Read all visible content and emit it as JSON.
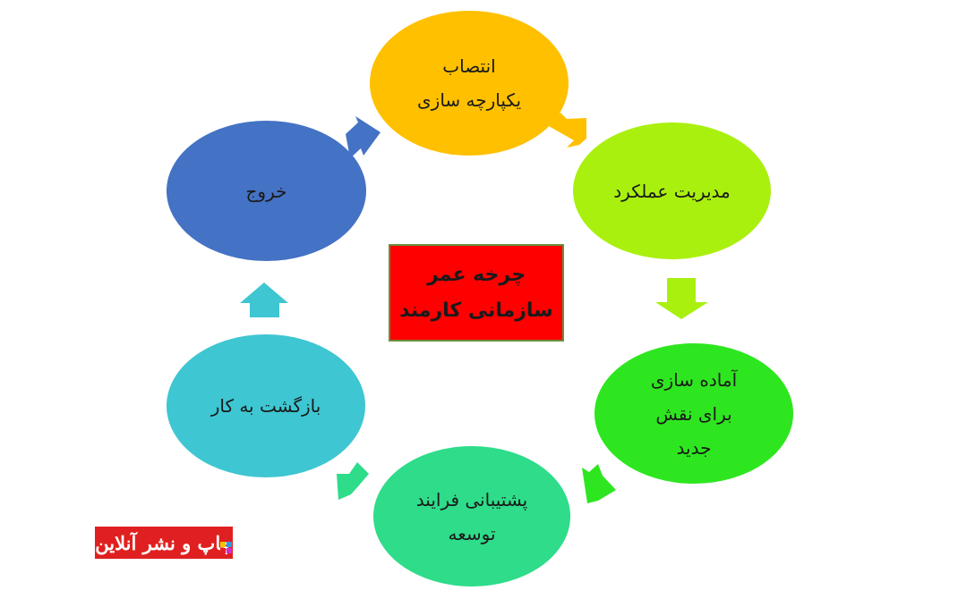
{
  "title": [
    "چرخه عمر",
    "سازمانی کارمند"
  ],
  "nodes": {
    "recruitment": {
      "lines": [
        "انتصاب",
        "یکپارچه سازی"
      ],
      "color": "#ffc000"
    },
    "performance": {
      "lines": [
        "مدیریت عملکرد"
      ],
      "color": "#a9f00f"
    },
    "preparation": {
      "lines": [
        "آماده سازی",
        "برای نقش",
        "جدید"
      ],
      "color": "#2ee620"
    },
    "development": {
      "lines": [
        "پشتیبانی فرایند",
        "توسعه"
      ],
      "color": "#2edc8a"
    },
    "return": {
      "lines": [
        "بازگشت به کار"
      ],
      "color": "#3ec6d2"
    },
    "exit": {
      "lines": [
        "خروج"
      ],
      "color": "#4472c4"
    }
  },
  "logo": {
    "text": "چاپ و نشر آنلاین"
  }
}
